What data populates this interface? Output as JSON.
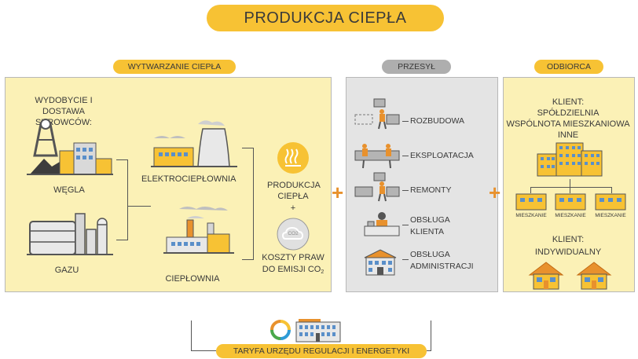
{
  "title": "PRODUKCJA CIEPŁA",
  "sections": {
    "generation": "WYTWARZANIE CIEPŁA",
    "transmission": "PRZESYŁ",
    "consumer": "ODBIORCA"
  },
  "generation": {
    "supply_heading": "WYDOBYCIE I DOSTAWA SUROWCÓW:",
    "coal": "WĘGLA",
    "gas": "GAZU",
    "chp": "ELEKTROCIEPŁOWNIA",
    "heat_plant": "CIEPŁOWNIA",
    "heat_production_line1": "PRODUKCJA",
    "heat_production_line2": "CIEPŁA",
    "plus_sign": "+",
    "co2_costs_line1": "KOSZTY PRAW",
    "co2_costs_line2": "DO EMISJI CO",
    "co2_subscript": "2",
    "co2_icon_label": "CO2"
  },
  "transmission": {
    "items": [
      {
        "label": "ROZBUDOWA"
      },
      {
        "label": "EKSPLOATACJA"
      },
      {
        "label": "REMONTY"
      },
      {
        "label": "OBSŁUGA",
        "label2": "KLIENTA"
      },
      {
        "label": "OBSŁUGA",
        "label2": "ADMINISTRACJI"
      }
    ]
  },
  "consumer": {
    "client_label": "KLIENT:",
    "client_types": [
      "SPÓŁDZIELNIA",
      "WSPÓLNOTA MIESZKANIOWA",
      "INNE"
    ],
    "apartment_label": "MIESZKANIE",
    "individual_label": "KLIENT:",
    "individual_type": "INDYWIDUALNY"
  },
  "between_plus": "+",
  "tariff": "TARYFA URZĘDU REGULACJI I ENERGETYKI",
  "colors": {
    "accent": "#f7c234",
    "orange": "#e8912d",
    "panel_yellow": "#fbf1b6",
    "panel_gray": "#e4e4e4"
  }
}
